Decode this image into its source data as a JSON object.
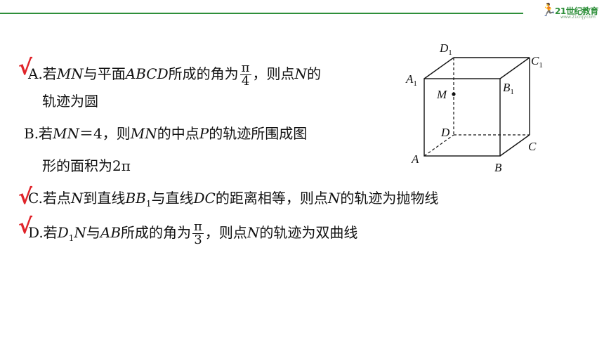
{
  "logo": {
    "brand": "21世纪教育",
    "url": "www.21cnjy.com"
  },
  "options": {
    "A": {
      "mark": "√",
      "letter": "A",
      "t1": ".若",
      "mn": "MN",
      "t2": "与平面",
      "abcd": "ABCD",
      "t3": "所成的角为",
      "num": "π",
      "den": "4",
      "t4": "，则点",
      "n": "N",
      "t5": "的",
      "cont": "轨迹为圆"
    },
    "B": {
      "letter": "B",
      "t1": ".若",
      "mn": "MN",
      "t2": "＝4，则",
      "mn2": "MN",
      "t3": "的中点",
      "p": "P",
      "t4": "的轨迹所围成图",
      "cont": "形的面积为2π"
    },
    "C": {
      "mark": "√",
      "letter": "C",
      "t1": ".若点",
      "n": "N",
      "t2": "到直线",
      "bb": "BB",
      "sub": "1",
      "t3": "与直线",
      "dc": "DC",
      "t4": "的距离相等，则点",
      "n2": "N",
      "t5": "的轨迹为抛物线"
    },
    "D": {
      "mark": "√",
      "letter": "D",
      "t1": ".若",
      "d": "D",
      "sub": "1",
      "n": "N",
      "t2": "与",
      "ab": "AB",
      "t3": "所成的角为",
      "num": "π",
      "den": "3",
      "t4": "，则点",
      "n2": "N",
      "t5": "的轨迹为双曲线"
    }
  },
  "cube_labels": {
    "D1": "D",
    "C1": "C",
    "A1": "A",
    "B1": "B",
    "M": "M",
    "D": "D",
    "C": "C",
    "A": "A",
    "B": "B",
    "sub1": "1"
  }
}
